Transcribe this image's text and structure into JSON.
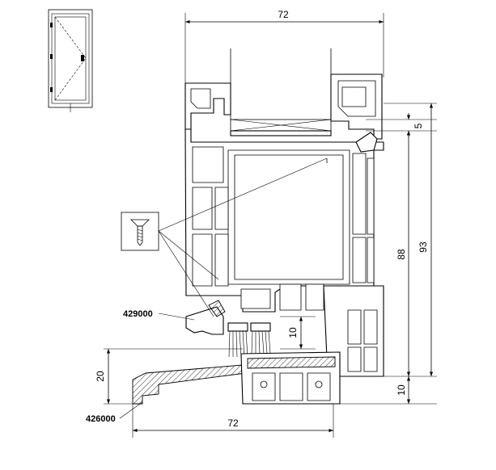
{
  "dimensions": {
    "top_width": "72",
    "bottom_width": "72",
    "right_5": "5",
    "right_88": "88",
    "right_93": "93",
    "right_10_bottom": "10",
    "inner_10": "10",
    "left_20": "20"
  },
  "part_codes": {
    "upper": "429000",
    "lower": "426000"
  },
  "icons": {
    "door_elevation": "door-elevation-icon",
    "screw": "screw-icon"
  }
}
